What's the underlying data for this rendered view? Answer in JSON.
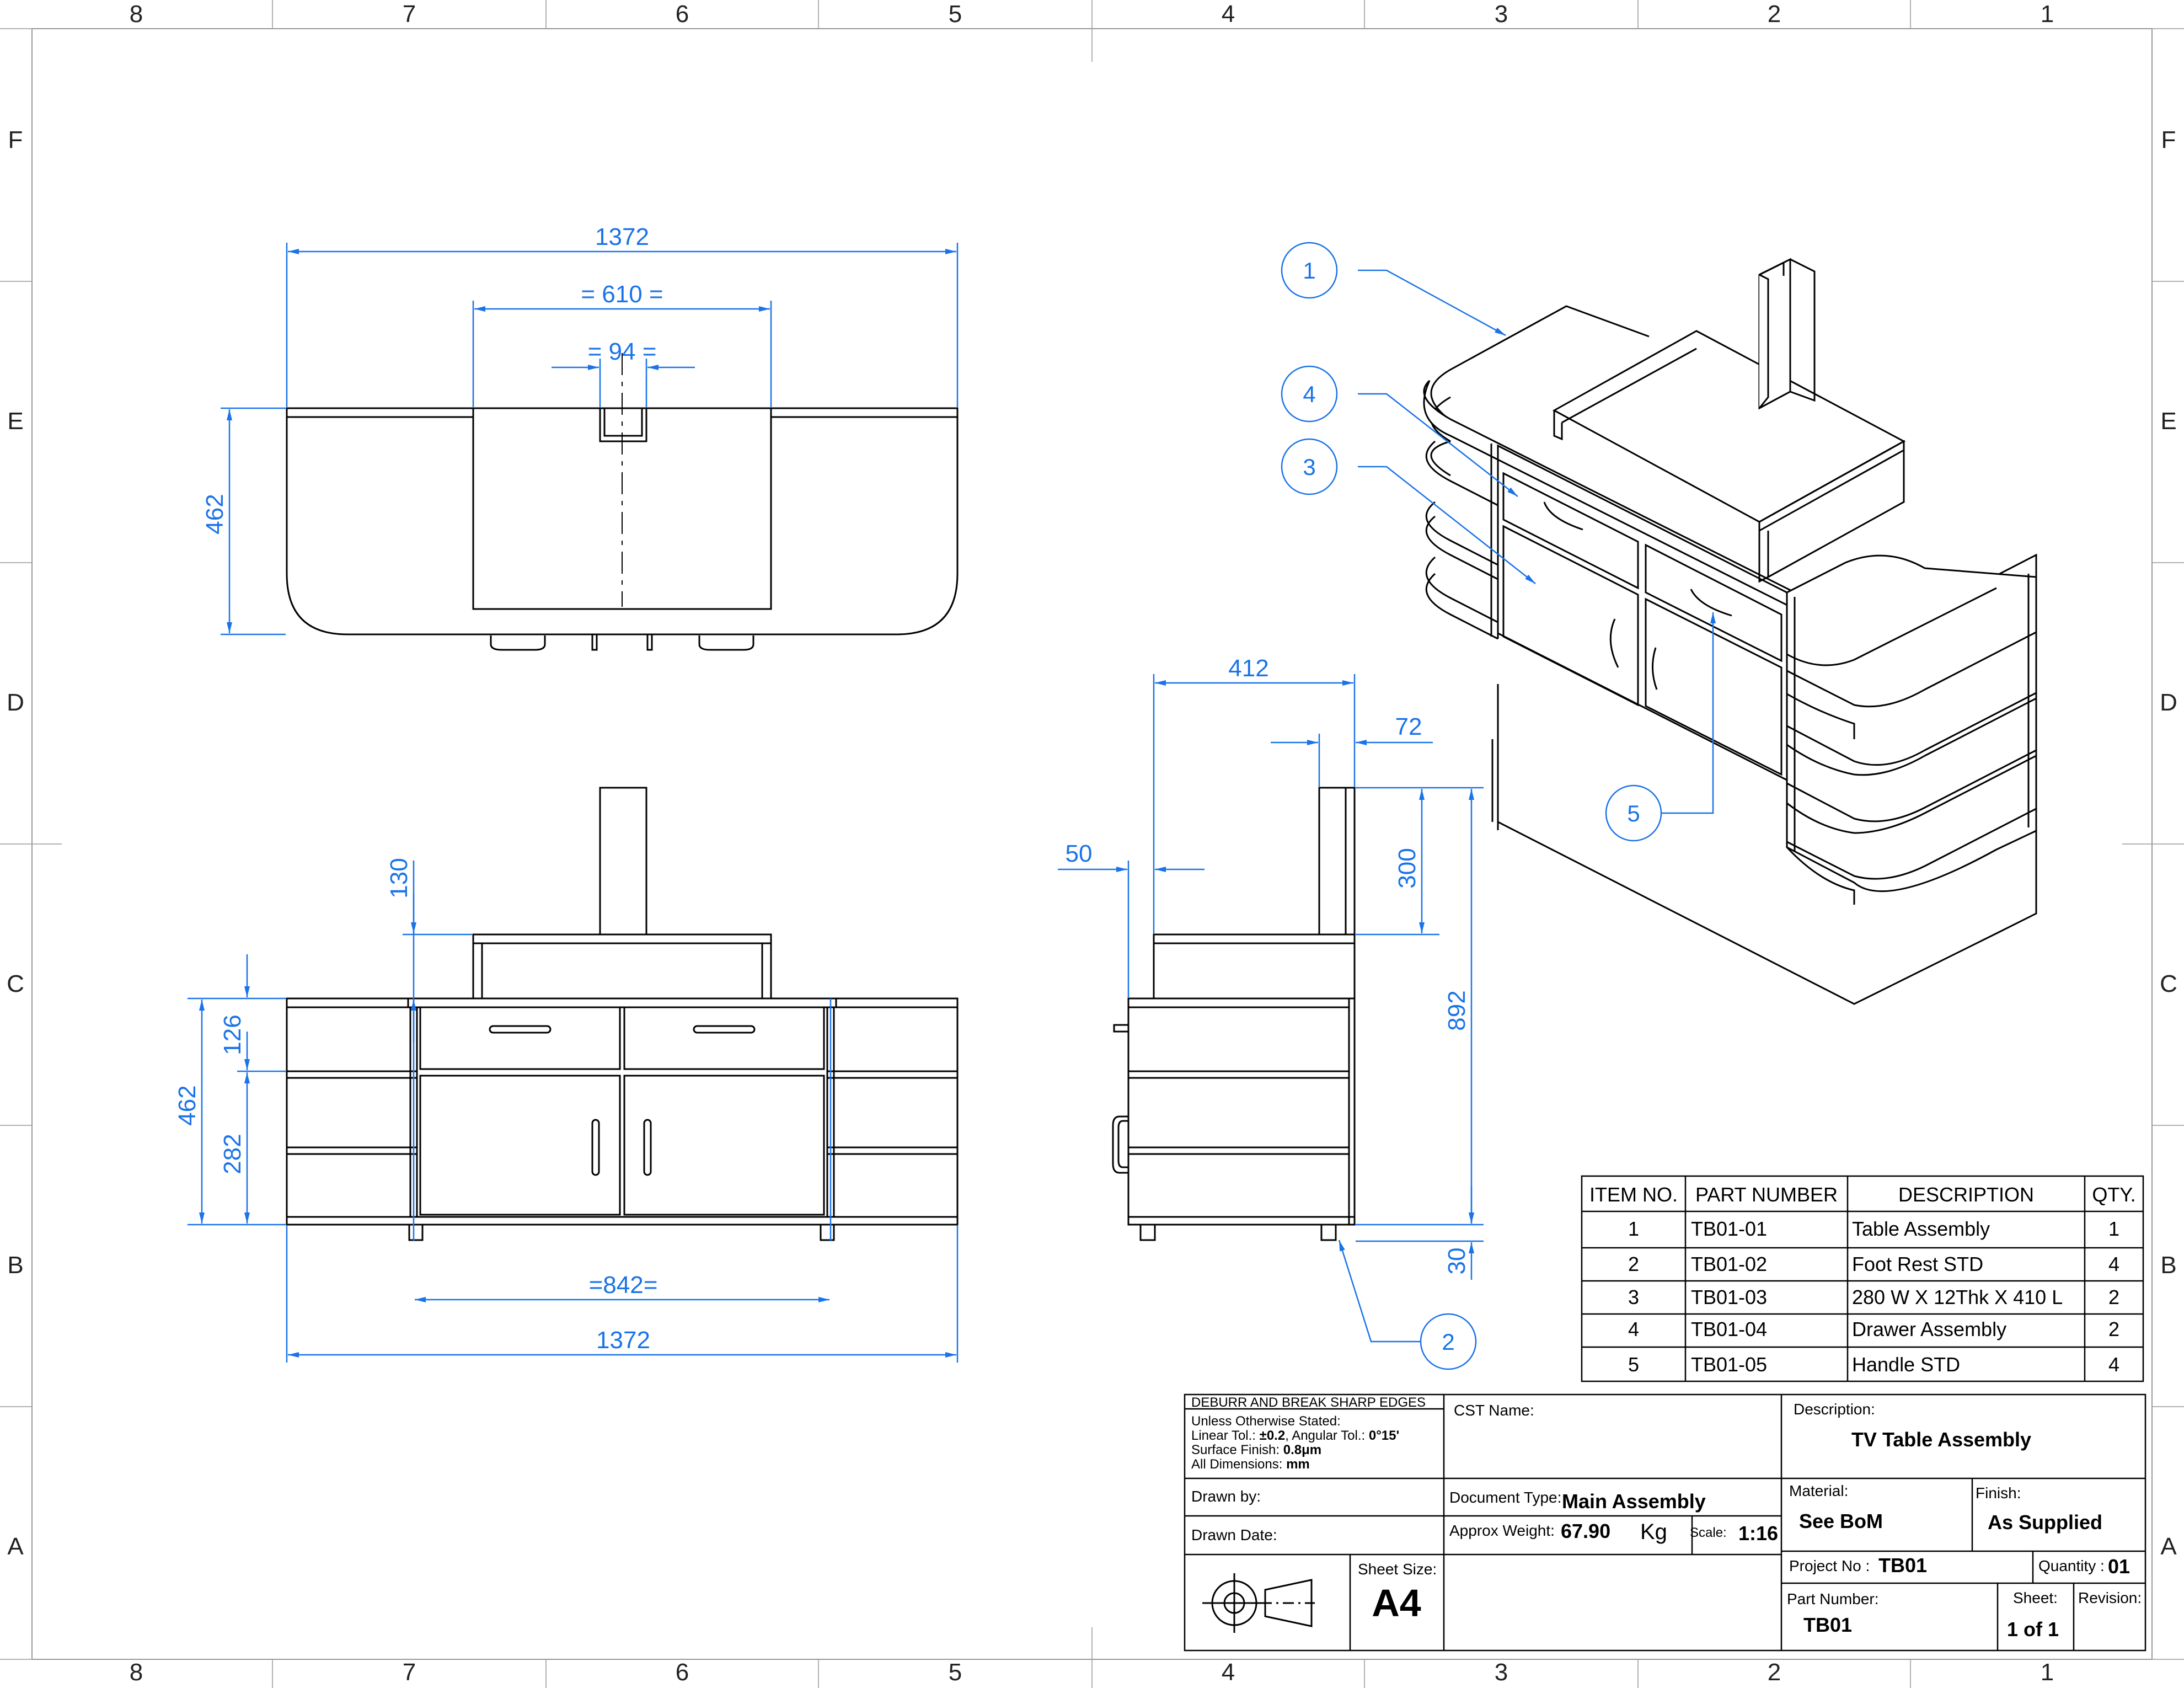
{
  "zones": {
    "columns": [
      "8",
      "7",
      "6",
      "5",
      "4",
      "3",
      "2",
      "1"
    ],
    "rows": [
      "F",
      "E",
      "D",
      "C",
      "B",
      "A"
    ]
  },
  "dimensions": {
    "top_overall": "1372",
    "top_center_width": "= 610 =",
    "top_post_width": "= 94 =",
    "top_depth": "462",
    "front_top_gap": "130",
    "front_drawer_height": "126",
    "front_height": "462",
    "front_door_height": "282",
    "front_foot_spacing": "=842=",
    "front_overall": "1372",
    "side_depth": "412",
    "side_post_depth": "72",
    "side_setback": "50",
    "side_post_height": "300",
    "side_overall_height": "892",
    "side_foot_height": "30"
  },
  "balloons": [
    "1",
    "4",
    "3",
    "5",
    "2"
  ],
  "bom": {
    "headers": [
      "ITEM NO.",
      "PART NUMBER",
      "DESCRIPTION",
      "QTY."
    ],
    "rows": [
      [
        "1",
        "TB01-01",
        "Table Assembly",
        "1"
      ],
      [
        "2",
        "TB01-02",
        "Foot Rest STD",
        "4"
      ],
      [
        "3",
        "TB01-03",
        "280 W X 12Thk X 410 L",
        "2"
      ],
      [
        "4",
        "TB01-04",
        "Drawer Assembly",
        "2"
      ],
      [
        "5",
        "TB01-05",
        "Handle STD",
        "4"
      ]
    ]
  },
  "title_block": {
    "deburr": "DEBURR AND BREAK SHARP EDGES",
    "unless": "Unless Otherwise Stated:",
    "linear_label": "Linear Tol.: ",
    "linear_value": "±0.2",
    "angular_label": ", Angular Tol.: ",
    "angular_value": "0°15'",
    "surface_label": "Surface Finish: ",
    "surface_value": "0.8μm",
    "dims_label": "All Dimensions: ",
    "dims_value": "mm",
    "cst_label": "CST Name:",
    "description_label": "Description:",
    "description_value": "TV Table Assembly",
    "drawn_by_label": "Drawn by:",
    "drawn_date_label": "Drawn Date:",
    "doc_type_label": "Document Type:",
    "doc_type_value": "Main Assembly",
    "material_label": "Material:",
    "material_value": "See BoM",
    "finish_label": "Finish:",
    "finish_value": "As Supplied",
    "weight_label": "Approx Weight:",
    "weight_value": "67.90",
    "weight_unit": "Kg",
    "scale_label": "Scale:",
    "scale_value": "1:16",
    "sheet_size_label": "Sheet Size:",
    "sheet_size_value": "A4",
    "project_label": "Project No :",
    "project_value": "TB01",
    "quantity_label": "Quantity :",
    "quantity_value": "01",
    "part_label": "Part Number:",
    "part_value": "TB01",
    "sheet_label": "Sheet:",
    "sheet_value": "1 of 1",
    "revision_label": "Revision:"
  }
}
